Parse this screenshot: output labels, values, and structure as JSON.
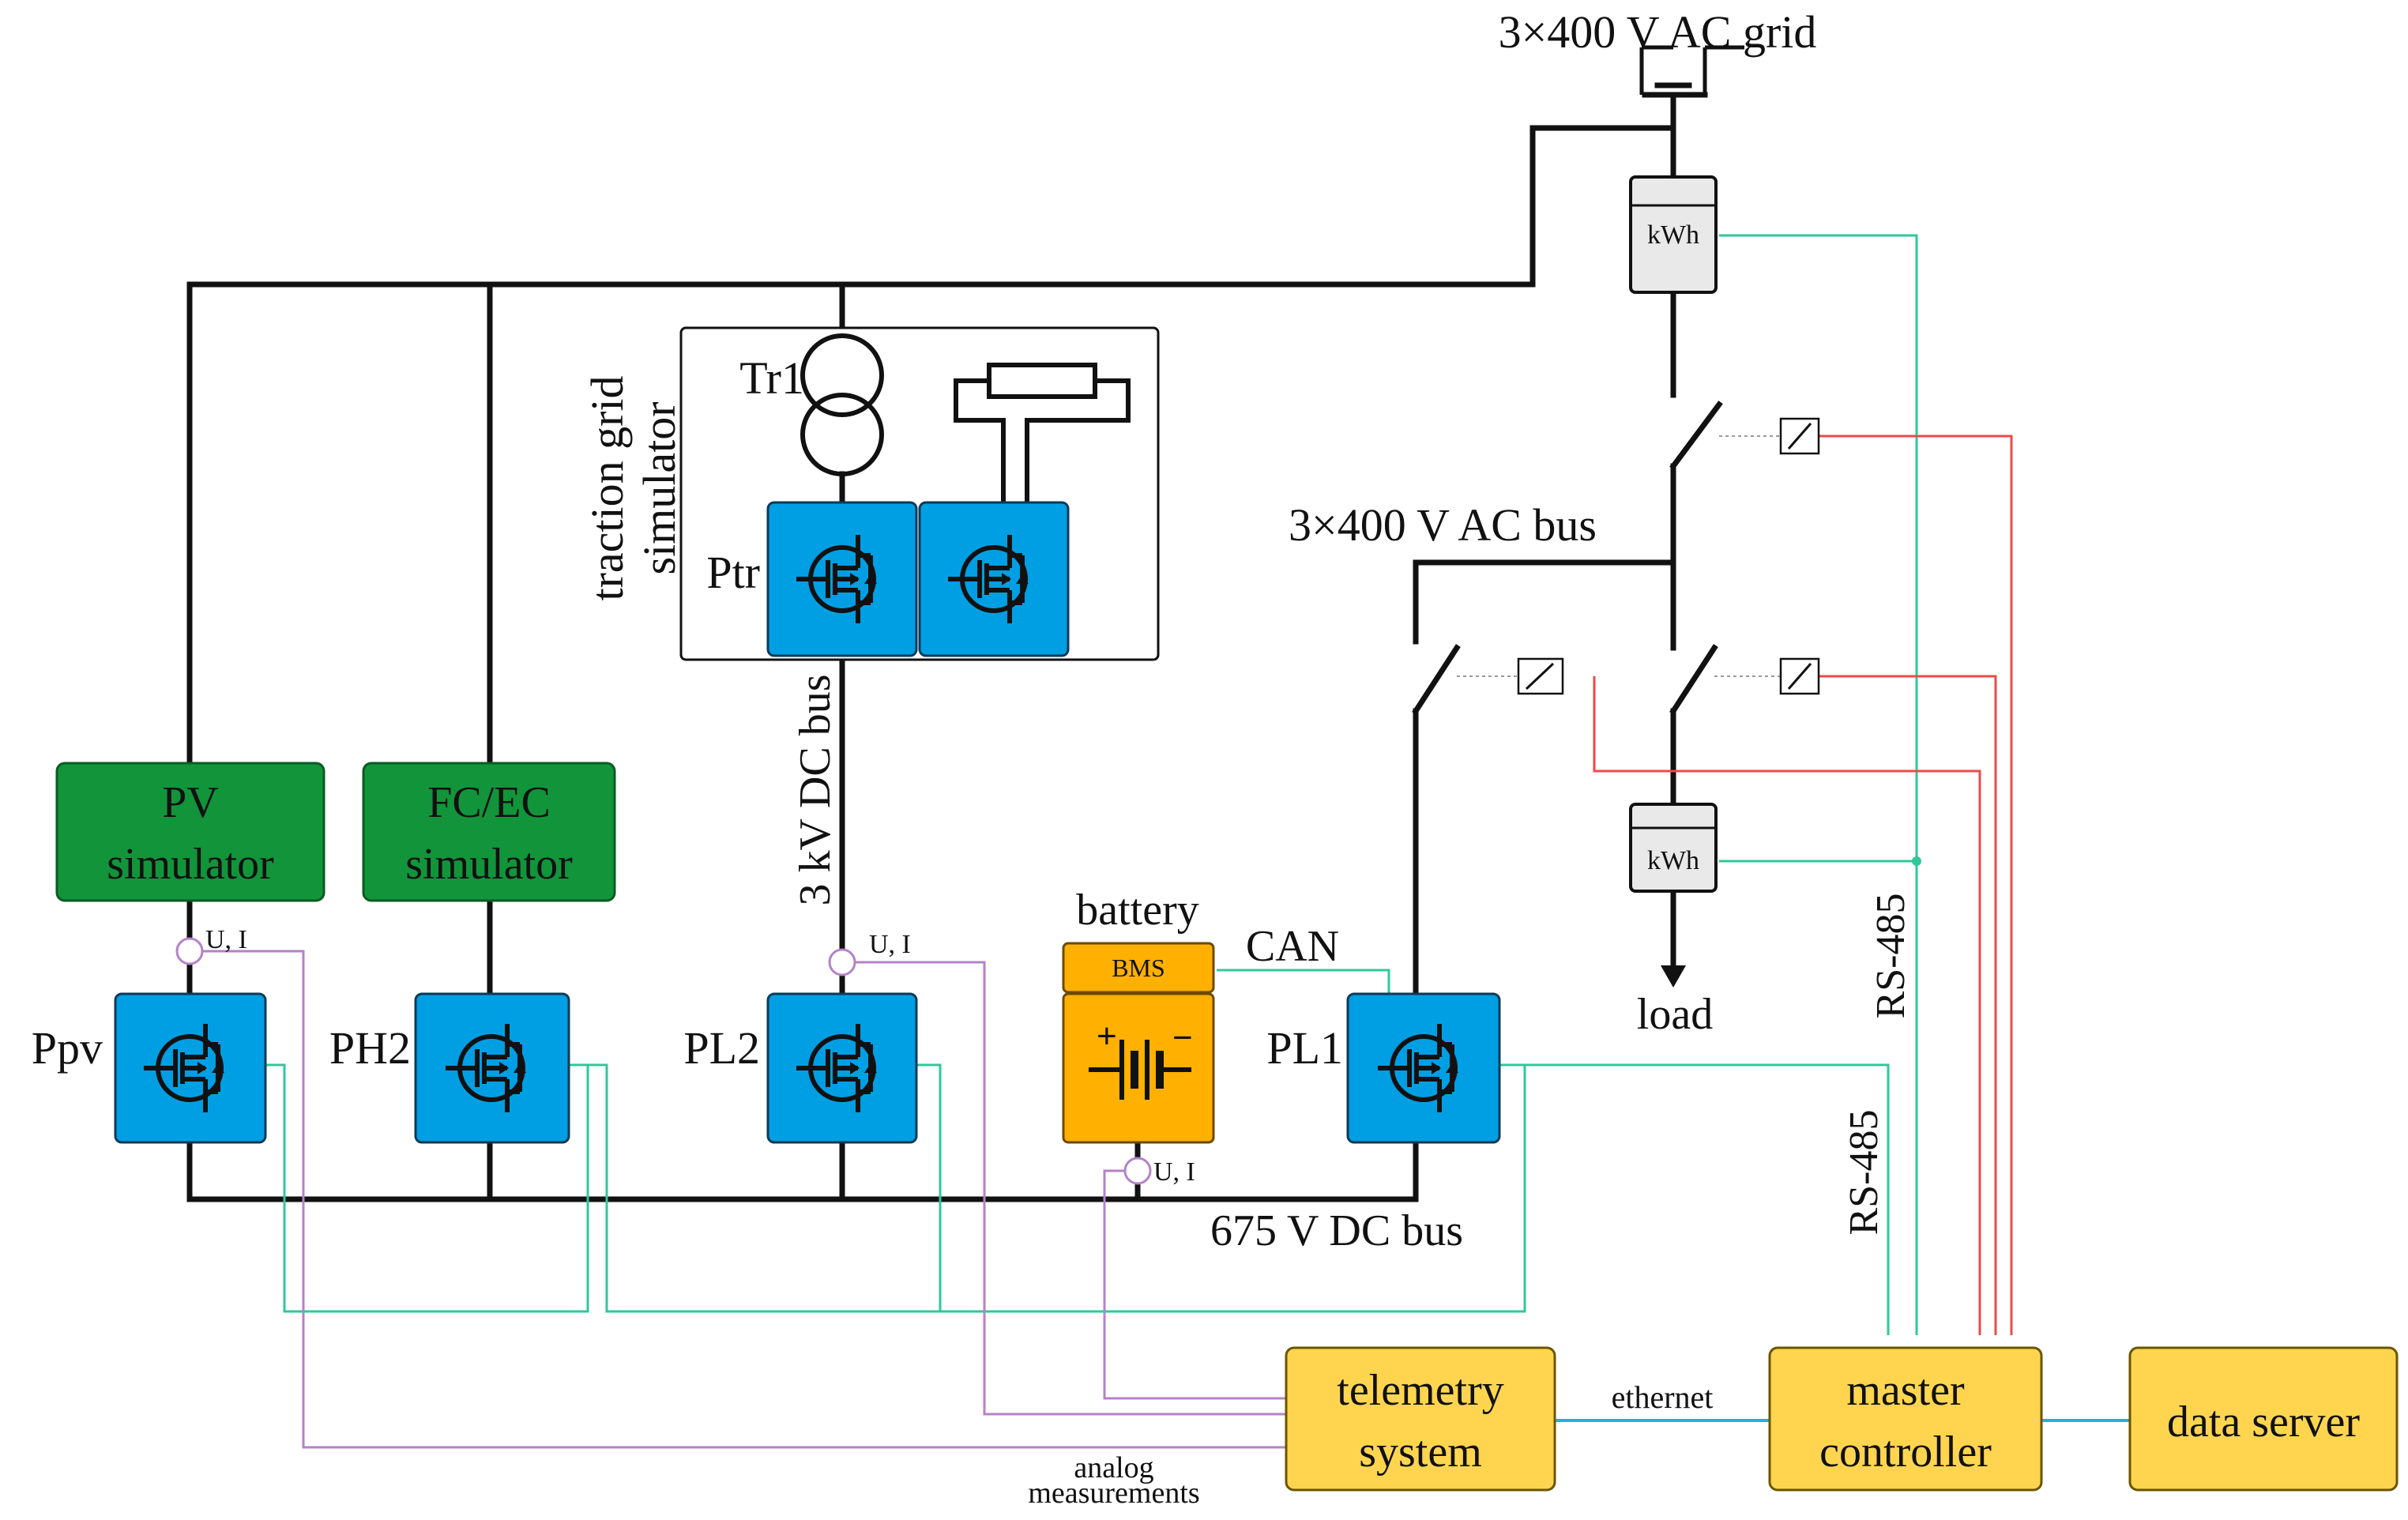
{
  "grid": {
    "ac_grid_label": "3×400 V AC grid"
  },
  "ac_bus": {
    "label": "3×400 V AC bus"
  },
  "meters": {
    "top_label": "kWh",
    "load_label": "kWh"
  },
  "load": {
    "label": "load"
  },
  "traction": {
    "title_line1": "traction grid",
    "title_line2": "simulator",
    "tr1_label": "Tr1",
    "ptr_label": "Ptr"
  },
  "dc_buses": {
    "hv_label": "3 kV DC bus",
    "lv_label": "675 V DC bus"
  },
  "simulators": {
    "pv_line1": "PV",
    "pv_line2": "simulator",
    "fc_line1": "FC/EC",
    "fc_line2": "simulator"
  },
  "converters": {
    "ppv": "Ppv",
    "ph2": "PH2",
    "pl2": "PL2",
    "pl1": "PL1"
  },
  "battery": {
    "label": "battery",
    "bms_label": "BMS",
    "can_label": "CAN"
  },
  "measurements": {
    "ui_label": "U, I",
    "analog_line1": "analog",
    "analog_line2": "measurements"
  },
  "comm": {
    "rs485_a": "RS-485",
    "rs485_b": "RS-485",
    "ethernet": "ethernet"
  },
  "blocks": {
    "telemetry_line1": "telemetry",
    "telemetry_line2": "system",
    "master_line1": "master",
    "master_line2": "controller",
    "data_server": "data server"
  },
  "colors": {
    "converter_blue": "#009fe3",
    "simulator_green": "#12943b",
    "block_yellow": "#ffd550",
    "battery_orange": "#ffb000",
    "signal_green": "#2fc89a",
    "signal_red": "#ee4a4a",
    "signal_purple": "#b681c9",
    "ethernet_cyan": "#1bb3e0"
  }
}
